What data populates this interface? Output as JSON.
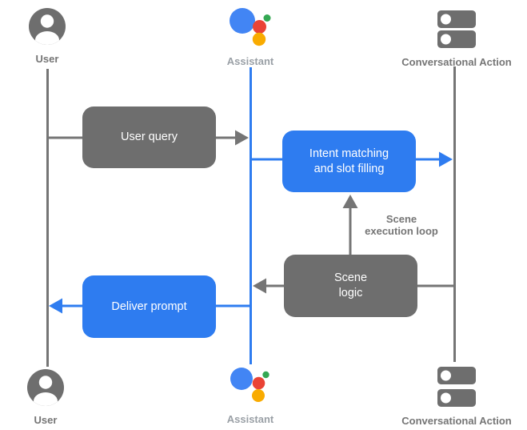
{
  "actors": {
    "user": {
      "label": "User",
      "icon": "person-icon"
    },
    "assistant": {
      "label": "Assistant",
      "icon": "google-assistant-icon"
    },
    "conversational_action": {
      "label": "Conversational Action",
      "icon": "server-icon"
    }
  },
  "boxes": {
    "user_query": {
      "label": "User query"
    },
    "intent_matching": {
      "line1": "Intent matching",
      "line2": "and slot filling"
    },
    "scene_logic": {
      "line1": "Scene",
      "line2": "logic"
    },
    "deliver_prompt": {
      "label": "Deliver prompt"
    }
  },
  "annotations": {
    "scene_execution_loop": {
      "line1": "Scene",
      "line2": "execution loop"
    }
  },
  "colors": {
    "blue": "#2e7cf0",
    "gray_box": "#6e6e6e",
    "line_gray": "#757575",
    "label_gray": "#757575",
    "label_light": "#9aa0a6",
    "logo_blue": "#4285F4",
    "logo_red": "#EA4335",
    "logo_green": "#34A853",
    "logo_yellow": "#F9AB00",
    "box_text": "#ffffff"
  }
}
